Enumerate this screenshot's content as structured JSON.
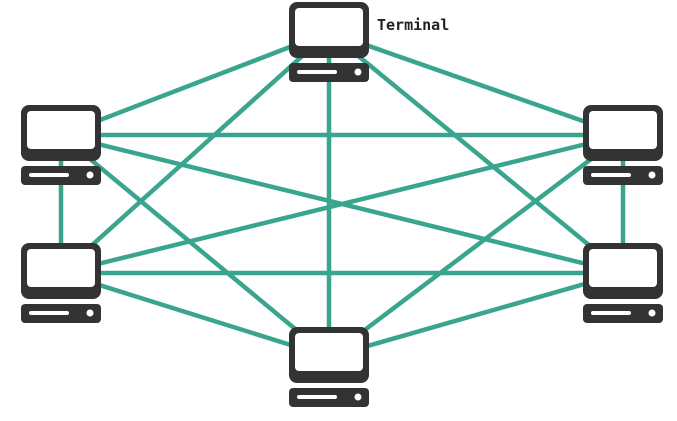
{
  "diagram": {
    "type": "mesh-network",
    "label": "Terminal",
    "nodes": [
      {
        "id": "top",
        "icon": "computer-terminal-icon"
      },
      {
        "id": "upper-left",
        "icon": "computer-terminal-icon"
      },
      {
        "id": "upper-right",
        "icon": "computer-terminal-icon"
      },
      {
        "id": "lower-left",
        "icon": "computer-terminal-icon"
      },
      {
        "id": "lower-right",
        "icon": "computer-terminal-icon"
      },
      {
        "id": "bottom",
        "icon": "computer-terminal-icon"
      }
    ],
    "links": [
      [
        "top",
        "upper-left"
      ],
      [
        "top",
        "upper-right"
      ],
      [
        "top",
        "lower-left"
      ],
      [
        "top",
        "lower-right"
      ],
      [
        "top",
        "bottom"
      ],
      [
        "upper-left",
        "upper-right"
      ],
      [
        "upper-left",
        "lower-left"
      ],
      [
        "upper-left",
        "lower-right"
      ],
      [
        "upper-left",
        "bottom"
      ],
      [
        "upper-right",
        "lower-left"
      ],
      [
        "upper-right",
        "lower-right"
      ],
      [
        "upper-right",
        "bottom"
      ],
      [
        "lower-left",
        "lower-right"
      ],
      [
        "lower-left",
        "bottom"
      ],
      [
        "lower-right",
        "bottom"
      ]
    ],
    "colors": {
      "link": "#3aa58e",
      "device": "#333333",
      "screen": "#ffffff"
    }
  }
}
